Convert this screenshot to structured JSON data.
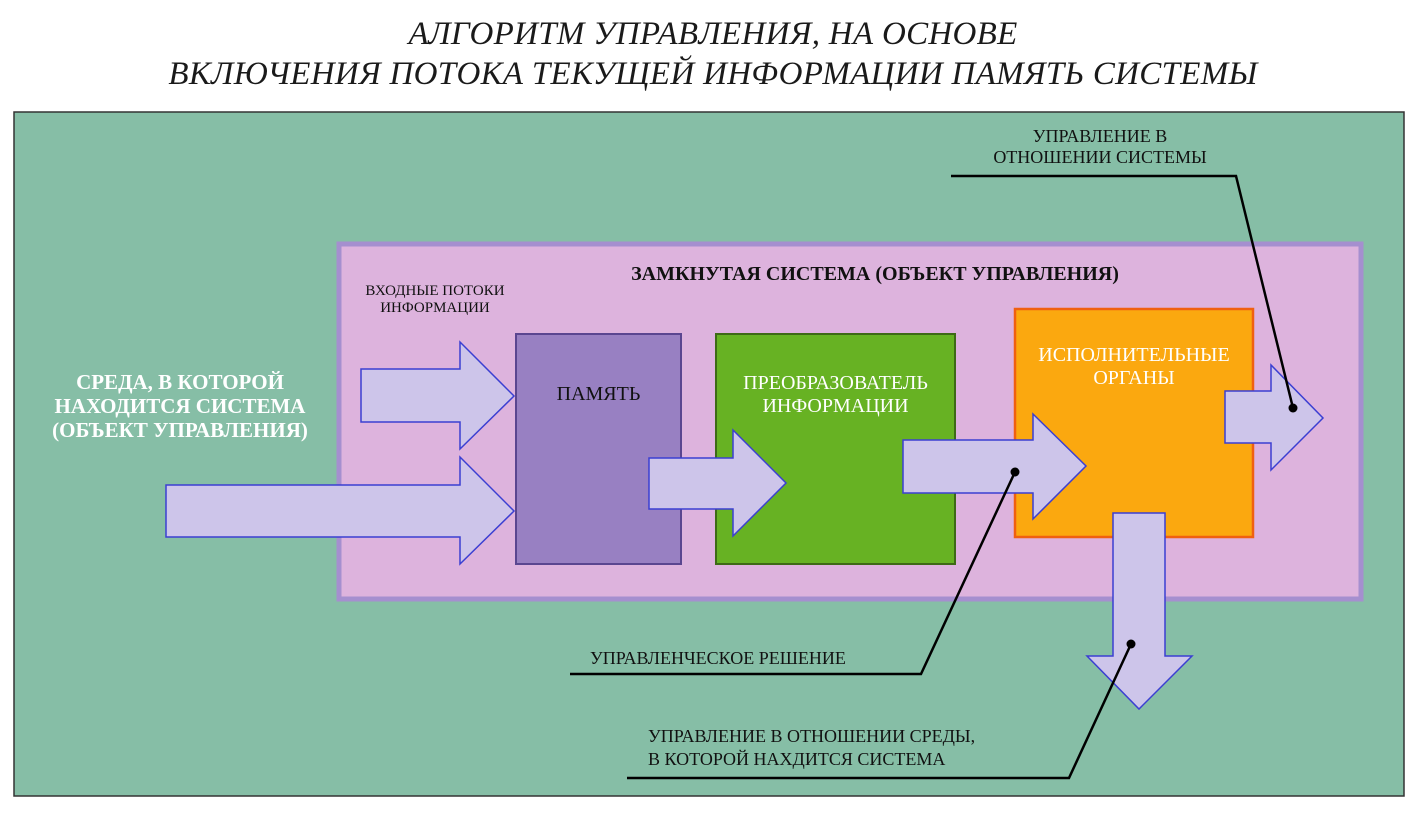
{
  "title": {
    "line1": "АЛГОРИТМ УПРАВЛЕНИЯ, НА ОСНОВЕ",
    "line2": "ВКЛЮЧЕНИЯ ПОТОКА ТЕКУЩЕЙ ИНФОРМАЦИИ  ПАМЯТЬ СИСТЕМЫ"
  },
  "colors": {
    "environment": "#86bea6",
    "closed_system": "#ddb3dd",
    "closed_system_border": "#a58fcf",
    "memory": "#9880c2",
    "converter": "#67b223",
    "actuators": "#fba80f",
    "actuators_border": "#f06010",
    "arrow_fill": "#cdc5ea",
    "arrow_stroke": "#3b3fd2"
  },
  "environment": {
    "label_line1": "СРЕДА, В КОТОРОЙ",
    "label_line2": "НАХОДИТСЯ СИСТЕМА",
    "label_line3": "(ОБЪЕКТ УПРАВЛЕНИЯ)"
  },
  "closed_system": {
    "title": "ЗАМКНУТАЯ СИСТЕМА (ОБЪЕКТ УПРАВЛЕНИЯ)",
    "input_label_line1": "ВХОДНЫЕ ПОТОКИ",
    "input_label_line2": "ИНФОРМАЦИИ"
  },
  "blocks": {
    "memory": "ПАМЯТЬ",
    "converter_line1": "ПРЕОБРАЗОВАТЕЛЬ",
    "converter_line2": "ИНФОРМАЦИИ",
    "actuators_line1": "ИСПОЛНИТЕЛЬНЫЕ",
    "actuators_line2": "ОРГАНЫ"
  },
  "callouts": {
    "system_control_line1": "УПРАВЛЕНИЕ В",
    "system_control_line2": "ОТНОШЕНИИ СИСТЕМЫ",
    "decision": "УПРАВЛЕНЧЕСКОЕ РЕШЕНИЕ",
    "env_control_line1": "УПРАВЛЕНИЕ В ОТНОШЕНИИ СРЕДЫ,",
    "env_control_line2": "В КОТОРОЙ НАХДИТСЯ СИСТЕМА"
  }
}
